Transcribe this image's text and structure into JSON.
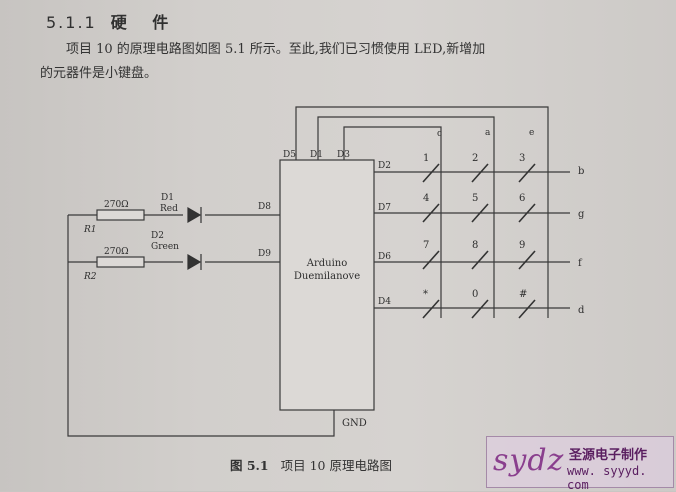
{
  "section": {
    "number": "5.1.1",
    "title": "硬 件"
  },
  "paragraph": {
    "line1": "项目 10 的原理电路图如图 5.1 所示。至此,我们已习惯使用 LED,新增加",
    "line2": "的元器件是小键盘。"
  },
  "figure": {
    "caption_label": "图 5.1",
    "caption_text": "项目 10 原理电路图",
    "chip_line1": "Arduino",
    "chip_line2": "Duemilanove",
    "gnd": "GND",
    "pins_top": [
      "D5",
      "D1",
      "D3"
    ],
    "pins_left": [
      "D8",
      "D9"
    ],
    "pins_right": [
      "D2",
      "D7",
      "D6",
      "D4"
    ],
    "resistors": [
      {
        "label": "R1",
        "value": "270Ω"
      },
      {
        "label": "R2",
        "value": "270Ω"
      }
    ],
    "leds": [
      {
        "label": "D1",
        "color": "Red"
      },
      {
        "label": "D2",
        "color": "Green"
      }
    ],
    "column_labels": [
      "c",
      "a",
      "e"
    ],
    "row_labels": [
      "b",
      "g",
      "f",
      "d"
    ],
    "keys": [
      "1",
      "2",
      "3",
      "4",
      "5",
      "6",
      "7",
      "8",
      "9",
      "*",
      "0",
      "#"
    ]
  },
  "watermark": {
    "logo": "sydz",
    "name": "圣源电子制作",
    "url": "www. syyyd. com"
  }
}
